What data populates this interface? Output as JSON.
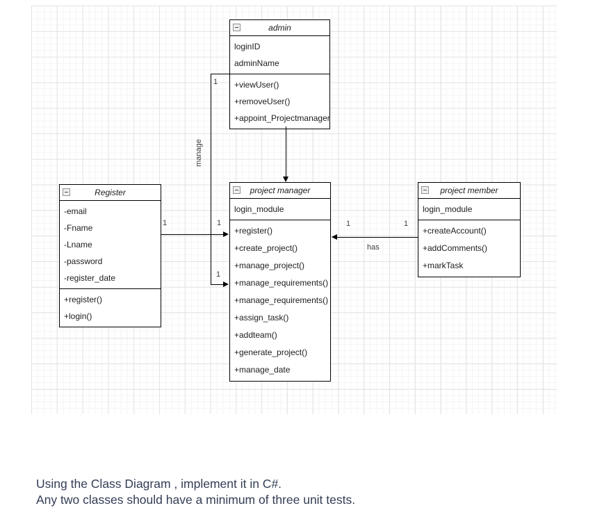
{
  "diagram": {
    "classes": [
      {
        "title": "admin",
        "attributes": [
          "loginID",
          "adminName"
        ],
        "methods": [
          "+viewUser()",
          "+removeUser()",
          "+appoint_Projectmanager"
        ]
      },
      {
        "title": "Register",
        "attributes": [
          "-email",
          "-Fname",
          "-Lname",
          "-password",
          "-register_date"
        ],
        "methods": [
          "+register()",
          "+login()"
        ]
      },
      {
        "title": "project manager",
        "attributes": [
          "login_module"
        ],
        "methods": [
          "+register()",
          "+create_project()",
          "+manage_project()",
          "+manage_requirements()",
          "+manage_requirements()",
          "+assign_task()",
          "+addteam()",
          "+generate_project()",
          "+manage_date"
        ]
      },
      {
        "title": "project member",
        "attributes": [
          "login_module"
        ],
        "methods": [
          "+createAccount()",
          "+addComments()",
          "+markTask"
        ]
      }
    ],
    "edges": {
      "admin_pm_manage": {
        "label": "manage",
        "mult_source": "1",
        "mult_target": "1"
      },
      "register_pm": {
        "mult_source": "1",
        "mult_target": "1"
      },
      "member_pm_has": {
        "label": "has",
        "mult_source": "1",
        "mult_target": "1"
      }
    },
    "colors": {
      "stroke": "#000000",
      "grid_major": "#e4e4e4",
      "grid_minor": "#f4f4f4",
      "caption_text": "#333d55"
    }
  },
  "caption": {
    "line1": "Using the Class Diagram , implement it in C#.",
    "line2": "Any two classes should have a minimum of three unit tests."
  }
}
